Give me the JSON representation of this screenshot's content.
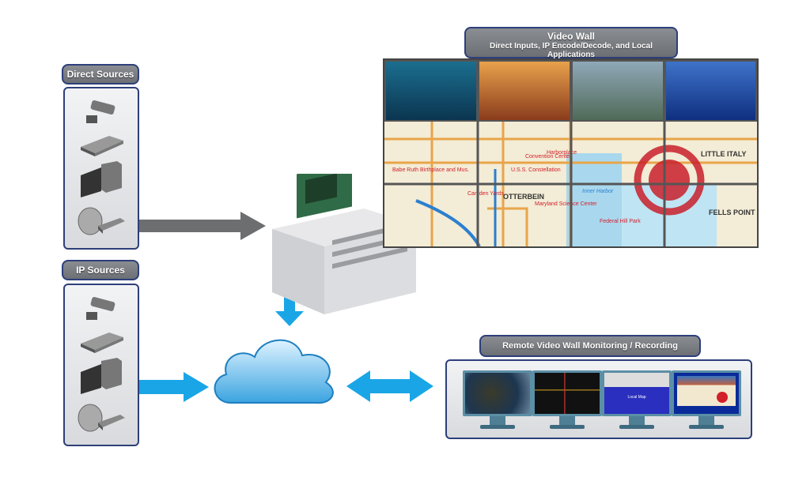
{
  "direct_sources": {
    "label": "Direct Sources",
    "devices": [
      "camera-icon",
      "encoder-icon",
      "computer-icon",
      "satellite-receiver-icon"
    ]
  },
  "ip_sources": {
    "label": "IP Sources",
    "devices": [
      "camera-icon",
      "encoder-icon",
      "computer-icon",
      "satellite-receiver-icon"
    ]
  },
  "video_wall": {
    "title": "Video Wall",
    "subtitle": "Direct Inputs, IP Encode/Decode, and Local Applications",
    "map_labels": [
      "Convention Center",
      "U.S.S. Constellation",
      "OTTERBEIN",
      "LITTLE ITALY",
      "FELLS POINT",
      "Camden Yards",
      "Inner Harbor",
      "Federal Hill Park",
      "Babe Ruth Birthplace and Mus.",
      "Harborplace",
      "Maryland Science Center"
    ],
    "tile_colors": {
      "map_bg": "#f3ecd6",
      "water": "#a9d8ee",
      "road": "#e8a54a",
      "marker": "#d21f2a"
    }
  },
  "remote": {
    "label": "Remote Video Wall Monitoring / Recording",
    "screen_text": "Local Map"
  },
  "colors": {
    "navy": "#2d3f7a",
    "blue_arrow": "#1aa6e6",
    "gray_arrow": "#6d6e70"
  }
}
